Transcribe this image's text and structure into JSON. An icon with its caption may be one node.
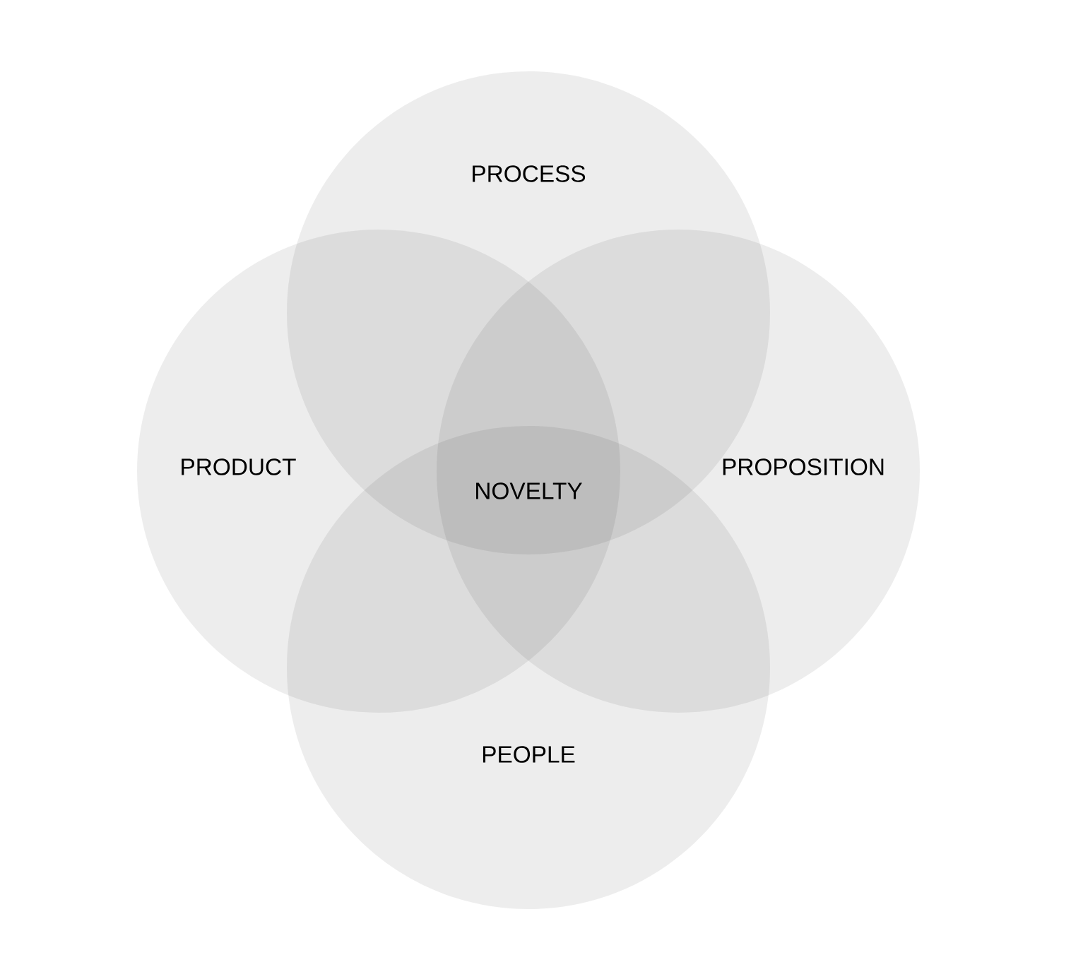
{
  "diagram": {
    "nodes": [
      {
        "text": [
          "PROCESS"
        ]
      },
      {
        "text": [
          "PRODUCT"
        ]
      },
      {
        "text": [
          "PROPOSITION"
        ]
      },
      {
        "text": [
          "PEOPLE"
        ]
      }
    ],
    "labels": [
      "NOVELTY"
    ]
  }
}
